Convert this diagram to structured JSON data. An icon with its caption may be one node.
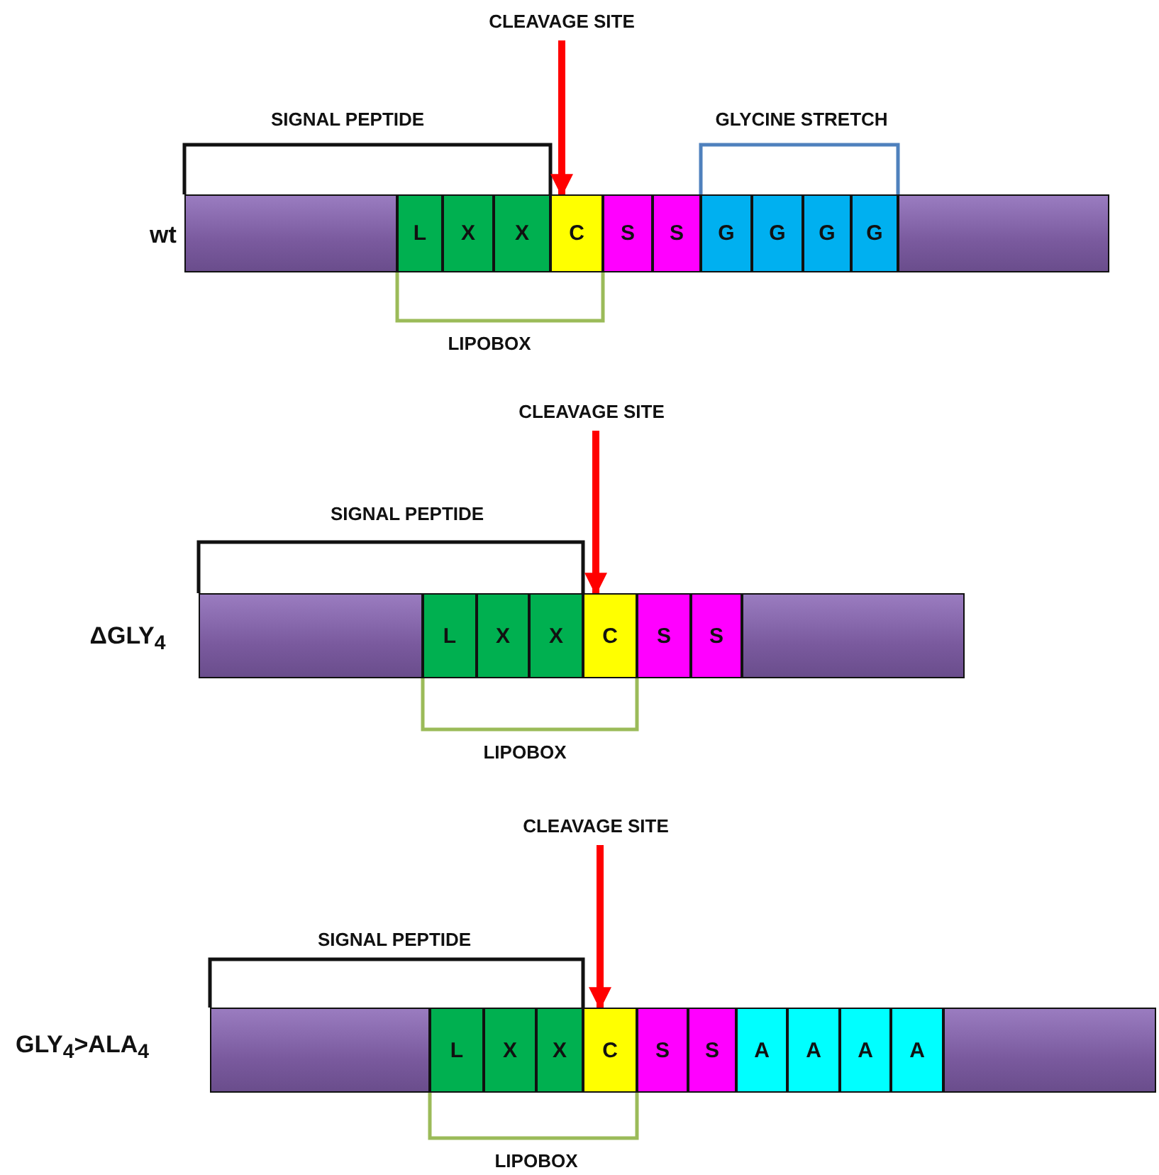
{
  "diagram": {
    "nodes": [
      {
        "text": [
          "CLEAVAGE SITE"
        ]
      },
      {
        "text": [],
        "shape": "bar"
      },
      {
        "text": [
          "L"
        ]
      },
      {
        "text": [
          "X"
        ]
      },
      {
        "text": [
          "X"
        ]
      },
      {
        "text": [
          "C"
        ]
      },
      {
        "text": [
          "S"
        ]
      },
      {
        "text": [
          "S"
        ]
      },
      {
        "text": [
          "G"
        ]
      },
      {
        "text": [
          "G"
        ]
      },
      {
        "text": [
          "G"
        ]
      },
      {
        "text": [
          "G"
        ]
      },
      {
        "text": [],
        "shape": "bar"
      },
      {
        "text": [
          "CLEAVAGE SITE"
        ]
      },
      {
        "text": [],
        "shape": "bar"
      },
      {
        "text": [
          "L"
        ]
      },
      {
        "text": [
          "X"
        ]
      },
      {
        "text": [
          "X"
        ]
      },
      {
        "text": [
          "C"
        ]
      },
      {
        "text": [
          "S"
        ]
      },
      {
        "text": [
          "S"
        ]
      },
      {
        "text": [],
        "shape": "bar"
      },
      {
        "text": [
          "CLEAVAGE SITE"
        ]
      },
      {
        "text": [],
        "shape": "bar"
      },
      {
        "text": [
          "L"
        ]
      },
      {
        "text": [
          "X"
        ]
      },
      {
        "text": [
          "X"
        ]
      },
      {
        "text": [
          "C"
        ]
      },
      {
        "text": [
          "S"
        ]
      },
      {
        "text": [
          "S"
        ]
      },
      {
        "text": [
          "A"
        ]
      },
      {
        "text": [
          "A"
        ]
      },
      {
        "text": [
          "A"
        ]
      },
      {
        "text": [
          "A"
        ]
      },
      {
        "text": [],
        "shape": "bar"
      }
    ],
    "edges": [
      {
        "from": 0,
        "to": 5,
        "arrow": "to"
      },
      {
        "from": 13,
        "to": 18,
        "arrow": "to"
      },
      {
        "from": 22,
        "to": 27,
        "arrow": "to"
      }
    ],
    "labels": [
      "SIGNAL PEPTIDE",
      "GLYCINE STRETCH",
      "wt",
      "LIPOBOX",
      "SIGNAL PEPTIDE",
      "ΔGLY$_{4}$",
      "LIPOBOX",
      "SIGNAL PEPTIDE",
      "GLY$_{4}$>ALA$_{4}$",
      "LIPOBOX"
    ]
  }
}
